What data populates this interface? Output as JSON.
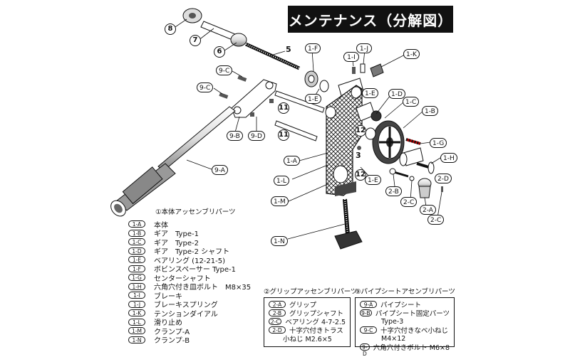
{
  "title": "メンテナンス（分解図）",
  "labels": {
    "1F": "1-F",
    "1I": "1-I",
    "1J": "1-J",
    "1K": "1-K",
    "1E_a": "1-E",
    "1E_b": "1-E",
    "1D": "1-D",
    "1C": "1-C",
    "1B": "1-B",
    "1G": "1-G",
    "1H": "1-H",
    "1A": "1-A",
    "1L": "1-L",
    "1M": "1-M",
    "1N": "1-N",
    "1E_c": "1-E",
    "2B": "2-B",
    "2C_a": "2-C",
    "2C_b": "2-C",
    "2A": "2-A",
    "2D": "2-D",
    "9C_a": "9-C",
    "9C_b": "9-C",
    "9B": "9-B",
    "9D": "9-D",
    "9A": "9-A"
  },
  "numbers": {
    "n8": "⑧",
    "n7": "⑦",
    "n6": "⑥",
    "n5": "5",
    "n11a": "⑪",
    "n11b": "⑪",
    "n12a": "⑫",
    "n12b": "⑫",
    "n3": "3"
  },
  "group1": {
    "heading": "①本体アッセンブリパーツ",
    "items": [
      {
        "code": "1-A",
        "name": "本体"
      },
      {
        "code": "1-B",
        "name": "ギア　Type-1"
      },
      {
        "code": "1-C",
        "name": "ギア　Type-2"
      },
      {
        "code": "1-D",
        "name": "ギア　Type-2 シャフト"
      },
      {
        "code": "1-E",
        "name": "ベアリング (12-21-5)"
      },
      {
        "code": "1-F",
        "name": "ボビンスペーサー Type-1"
      },
      {
        "code": "1-G",
        "name": "センターシャフト"
      },
      {
        "code": "1-H",
        "name": "六角穴付き皿ボルト　M8×35"
      },
      {
        "code": "1-I",
        "name": "ブレーキ"
      },
      {
        "code": "1-J",
        "name": "ブレーキスプリング"
      },
      {
        "code": "1-K",
        "name": "テンションダイアル"
      },
      {
        "code": "1-L",
        "name": "滑り止め"
      },
      {
        "code": "1-M",
        "name": "クランプ-A"
      },
      {
        "code": "1-N",
        "name": "クランプ-B"
      }
    ]
  },
  "group2": {
    "heading": "②グリップアッセンブリパーツ",
    "items": [
      {
        "code": "2-A",
        "name": "グリップ"
      },
      {
        "code": "2-B",
        "name": "グリップシャフト"
      },
      {
        "code": "2-C",
        "name": "ベアリング 4-7-2.5"
      },
      {
        "code": "2-D",
        "name": "十字穴付きトラス"
      }
    ],
    "cont": "小ねじ M2.6×5"
  },
  "group9": {
    "heading": "⑨パイプシートアセンブリパーツ",
    "items": [
      {
        "code": "9-A",
        "name": "パイプシート"
      },
      {
        "code": "9-B",
        "name": "パイプシート固定パーツ"
      }
    ],
    "cont_b": "Type-3",
    "item_c": {
      "code": "9-C",
      "name": "十字穴付きなべ小ねじ"
    },
    "cont_c": "M4×12",
    "item_d": {
      "code": "9-D",
      "name": "六角穴付きボルト M6×8"
    }
  }
}
